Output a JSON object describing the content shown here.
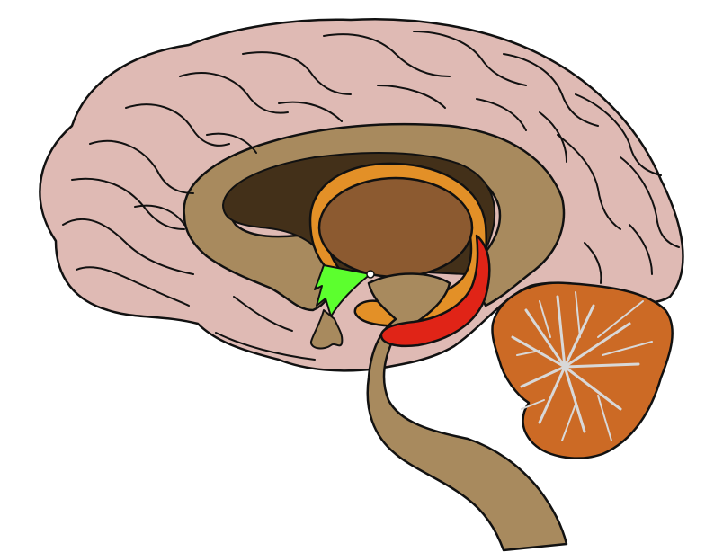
{
  "diagram": {
    "colors": {
      "cortex": "#dfbab4",
      "white_matter": "#a88a5e",
      "ventricle": "#433019",
      "thalamus": "#8c5a30",
      "fornix": "#e39027",
      "highlight_red": "#e02417",
      "highlight_green": "#5cff2e",
      "cerebellum": "#cc6a25",
      "arbor_vitae": "#d8d8d8",
      "outline": "#111111"
    },
    "regions": [
      {
        "id": "cerebral-cortex",
        "color_key": "cortex"
      },
      {
        "id": "corpus-callosum",
        "color_key": "white_matter"
      },
      {
        "id": "lateral-ventricle",
        "color_key": "ventricle"
      },
      {
        "id": "thalamus",
        "color_key": "thalamus"
      },
      {
        "id": "fornix",
        "color_key": "fornix"
      },
      {
        "id": "highlighted-red-structure",
        "color_key": "highlight_red"
      },
      {
        "id": "highlighted-green-region",
        "color_key": "highlight_green"
      },
      {
        "id": "brainstem",
        "color_key": "white_matter"
      },
      {
        "id": "cerebellum",
        "color_key": "cerebellum"
      }
    ]
  }
}
